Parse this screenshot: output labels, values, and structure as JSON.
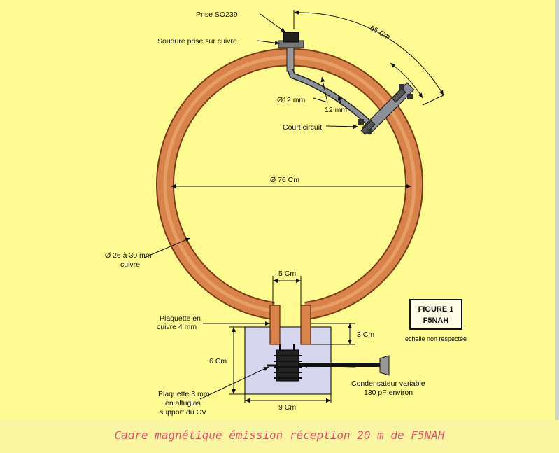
{
  "labels": {
    "prise": "Prise SO239",
    "soudure": "Soudure prise sur cuivre",
    "dim_65": "65 Cm",
    "diam_12_a": "Ø12 mm",
    "diam_12_b": "12 mm",
    "court_circuit": "Court circuit",
    "diam_76": "Ø 76 Cm",
    "cuivre_diam_1": "Ø 26 à 30 mm",
    "cuivre_diam_2": "cuivre",
    "dim_5": "5 Cm",
    "plaquette_cuivre_1": "Plaquette en",
    "plaquette_cuivre_2": "cuivre 4 mm",
    "dim_3": "3 Cm",
    "dim_6": "6 Cm",
    "plaquette_alu_1": "Plaquette 3 mm",
    "plaquette_alu_2": "en altuglas",
    "plaquette_alu_3": "support du CV",
    "dim_9": "9 Cm",
    "condensateur_1": "Condensateur variable",
    "condensateur_2": "130 pF environ"
  },
  "figure_box": {
    "line1": "FIGURE 1",
    "line2": "F5NAH",
    "note": "echelle non respectée"
  },
  "caption": "Cadre magnétique émission réception 20 m de F5NAH",
  "colors": {
    "background": "#fffb93",
    "copper": "#d8834a",
    "caption": "#e8506a",
    "plate": "#d6d6ee"
  }
}
